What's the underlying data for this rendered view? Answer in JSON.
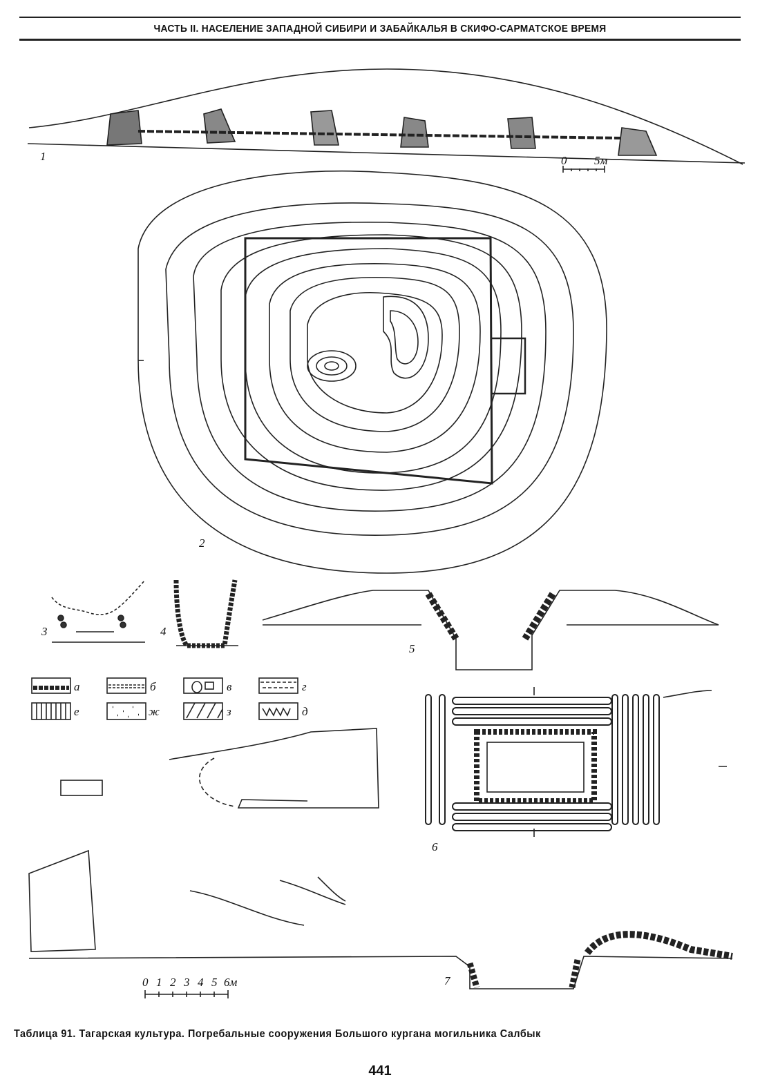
{
  "header": {
    "title": "ЧАСТЬ II. НАСЕЛЕНИЕ ЗАПАДНОЙ СИБИРИ И ЗАБАЙКАЛЬЯ В СКИФО-САРМАТСКОЕ ВРЕМЯ"
  },
  "figures": {
    "f1": "1",
    "f2": "2",
    "f3": "3",
    "f4": "4",
    "f5": "5",
    "f6": "6",
    "f7": "7"
  },
  "scale_small": {
    "zero": "0",
    "end": "5м"
  },
  "scale_large": {
    "ticks": [
      "0",
      "1",
      "2",
      "3",
      "4",
      "5",
      "6м"
    ]
  },
  "legend": [
    {
      "letter": "а",
      "icon": "stone-layer-pattern"
    },
    {
      "letter": "б",
      "icon": "log-layer-pattern"
    },
    {
      "letter": "в",
      "icon": "stones-pattern"
    },
    {
      "letter": "г",
      "icon": "dashed-layer-pattern"
    },
    {
      "letter": "е",
      "icon": "vertical-hatch-pattern"
    },
    {
      "letter": "ж",
      "icon": "dotted-pattern"
    },
    {
      "letter": "з",
      "icon": "diagonal-hatch-pattern"
    },
    {
      "letter": "д",
      "icon": "ground-hatch-pattern"
    }
  ],
  "caption": "Таблица 91. Тагарская культура. Погребальные сооружения Большого кургана могильника Салбык",
  "page_number": "441"
}
